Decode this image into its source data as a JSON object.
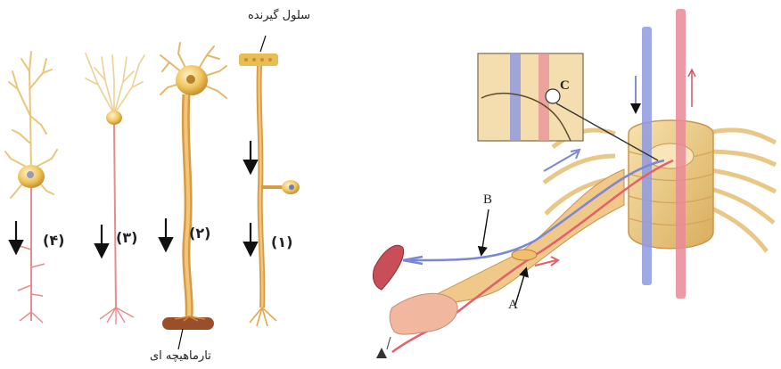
{
  "labels": {
    "receiving_cell": "سلول گیرنده",
    "muscle_fiber": "تارماهیچه ای",
    "n1": "(۱)",
    "n2": "(۲)",
    "n3": "(۳)",
    "n4": "(۴)",
    "A": "A",
    "B": "B",
    "C": "C"
  },
  "colors": {
    "neuron_body": "#e8b64a",
    "neuron_fill": "#f3cf86",
    "dendrite": "#d9a546",
    "axon_pink": "#e98b8b",
    "motor_blue": "#7a86d6",
    "sensory_red": "#e2606a",
    "spinal_cord": "#e9c786"
  }
}
